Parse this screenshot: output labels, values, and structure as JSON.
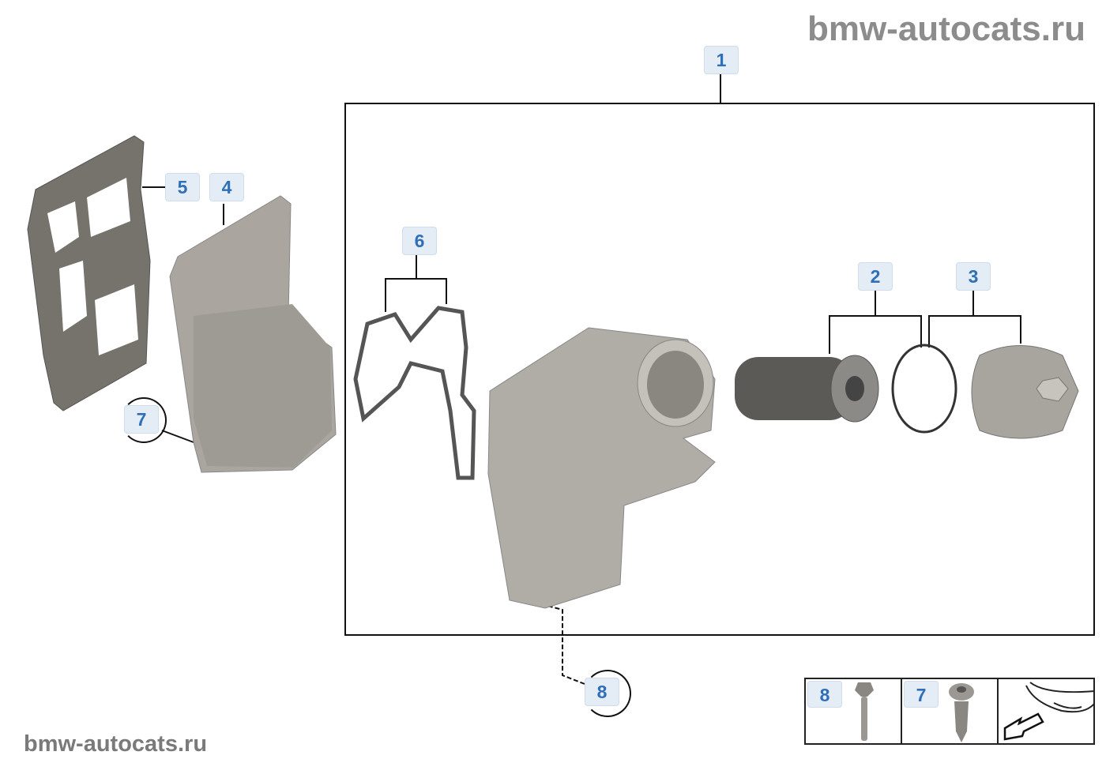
{
  "watermark_top": "bmw-autocats.ru",
  "watermark_bottom": "bmw-autocats.ru",
  "callouts": {
    "c1": "1",
    "c2": "2",
    "c3": "3",
    "c4": "4",
    "c5": "5",
    "c6": "6",
    "c7": "7",
    "c8": "8"
  },
  "inset": {
    "items": [
      {
        "label": "8",
        "part": "bolt"
      },
      {
        "label": "7",
        "part": "screw"
      },
      {
        "part": "vehicle-front-direction"
      }
    ]
  },
  "colors": {
    "label_bg": "#e4ecf6",
    "label_text": "#2f6fb8",
    "part_gray": "#a8a49e"
  }
}
